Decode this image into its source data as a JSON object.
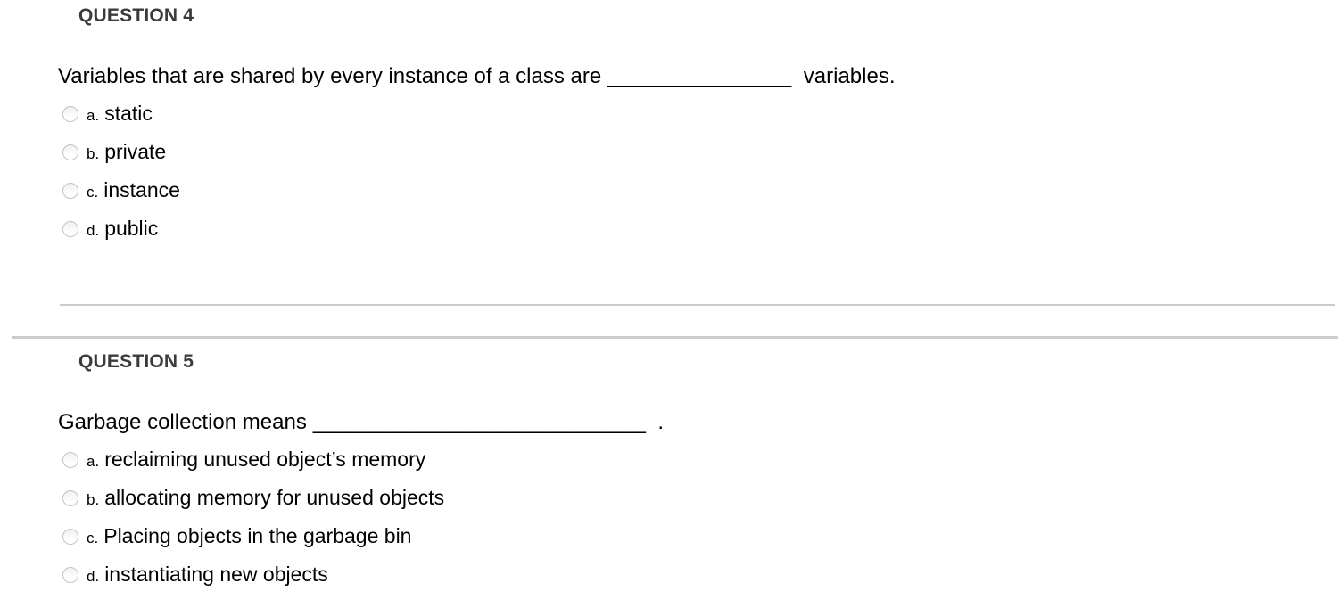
{
  "page": {
    "background": "#ffffff"
  },
  "colors": {
    "heading_text": "#3b3b3b",
    "body_text": "#000000",
    "divider": "#cccccc",
    "radio_border": "#c4c4c4"
  },
  "questions": [
    {
      "heading": "QUESTION 4",
      "text_before_blank": "Variables that are shared by every instance of a class are",
      "blank": "________________",
      "text_after_blank": "variables.",
      "options": [
        {
          "letter": "a.",
          "label": "static"
        },
        {
          "letter": "b.",
          "label": "private"
        },
        {
          "letter": "c.",
          "label": "instance"
        },
        {
          "letter": "d.",
          "label": "public"
        }
      ]
    },
    {
      "heading": "QUESTION 5",
      "text_before_blank": "Garbage collection means",
      "blank": "_____________________________",
      "text_after_blank": ".",
      "options": [
        {
          "letter": "a.",
          "label": "reclaiming unused object’s memory"
        },
        {
          "letter": "b.",
          "label": "allocating memory for unused objects"
        },
        {
          "letter": "c.",
          "label": "Placing objects in the garbage bin"
        },
        {
          "letter": "d.",
          "label": "instantiating new objects"
        }
      ]
    }
  ]
}
